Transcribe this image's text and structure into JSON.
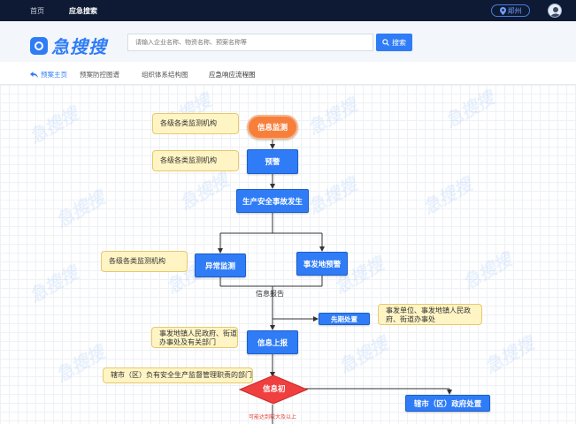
{
  "topnav": {
    "home": "首页",
    "emergency_search": "应急搜索",
    "city": "郑州"
  },
  "header": {
    "logo_text": "急搜搜",
    "search_placeholder": "请输入企业名称、物资名称、预案名称等",
    "search_button": "搜索"
  },
  "tabs": {
    "back": "预案主页",
    "items": [
      "预案防控图谱",
      "组织体系结构图",
      "应急响应流程图"
    ]
  },
  "flow": {
    "nodes": {
      "info_monitor": "信息监测",
      "warning": "预警",
      "accident": "生产安全事故发生",
      "abnormal_monitor": "异常监测",
      "site_warning": "事发地预警",
      "first_report": "先期处置",
      "info_report": "信息上报",
      "info_judge": "信息初",
      "county_handle": "辖市（区）政府处置"
    },
    "notes": {
      "monitor_agency_1": "各级各类监测机构",
      "monitor_agency_2": "各级各类监测机构",
      "monitor_agency_3": "各级各类监测机构",
      "site_units": "事发单位、事发地镇人民政府、街道办事处",
      "town_gov": "事发地镇人民政府、街道办事处及有关部门",
      "county_dept": "辖市（区）负有安全生产监督管理职责的部门"
    },
    "labels": {
      "info_report_text": "信息报告",
      "judge_note": "可能达到较大及以上"
    }
  },
  "watermark": "急搜搜",
  "colors": {
    "primary": "#2f7cf6",
    "orange": "#f77f3c",
    "diamond": "#ef3f3f",
    "note_bg": "#fff4c4",
    "nav_bg": "#0e1a33"
  }
}
